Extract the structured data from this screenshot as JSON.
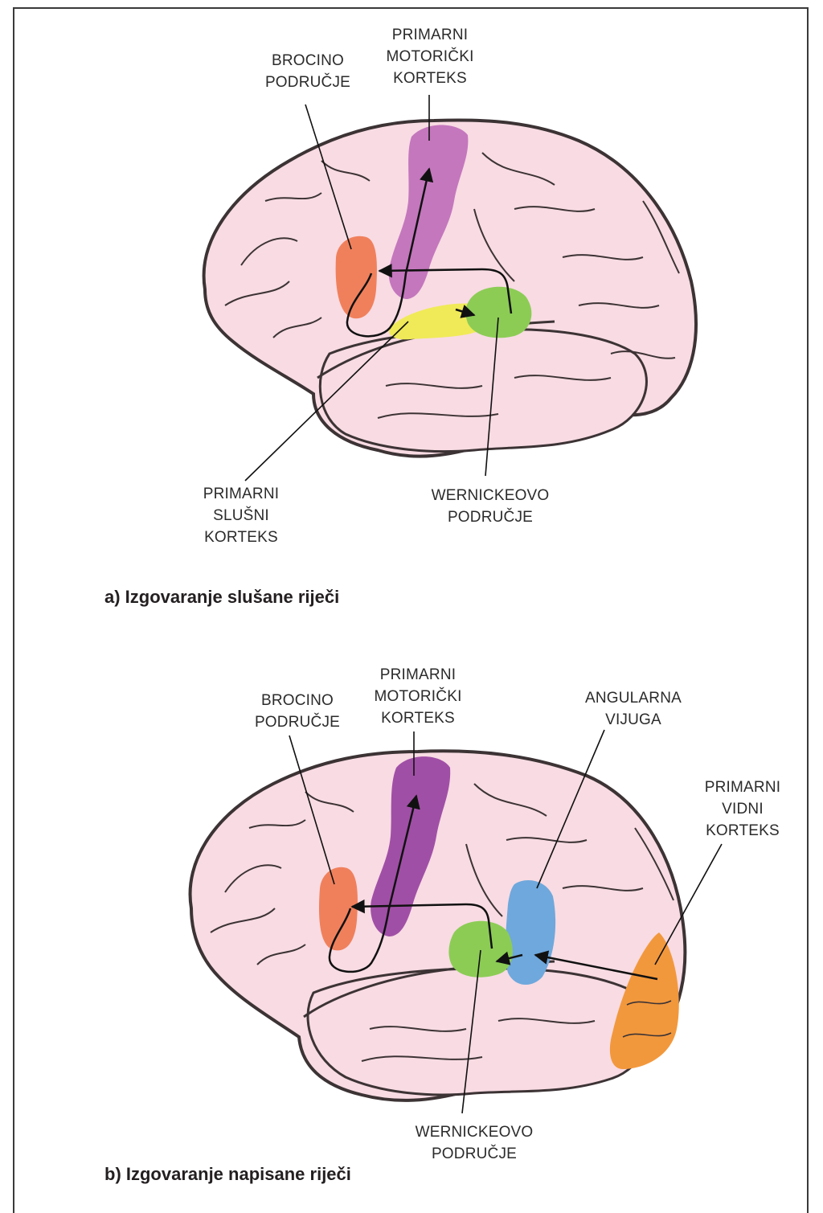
{
  "panel_a": {
    "caption": "a) Izgovaranje slušane riječi",
    "labels": {
      "broca": [
        "BROCINO",
        "PODRUČJE"
      ],
      "motor": [
        "PRIMARNI",
        "MOTORIČKI",
        "KORTEKS"
      ],
      "auditory": [
        "PRIMARNI",
        "SLUŠNI",
        "KORTEKS"
      ],
      "wernicke": [
        "WERNICKEOVO",
        "PODRUČJE"
      ]
    }
  },
  "panel_b": {
    "caption": "b) Izgovaranje napisane riječi",
    "labels": {
      "broca": [
        "BROCINO",
        "PODRUČJE"
      ],
      "motor": [
        "PRIMARNI",
        "MOTORIČKI",
        "KORTEKS"
      ],
      "angular": [
        "ANGULARNA",
        "VIJUGA"
      ],
      "visual": [
        "PRIMARNI",
        "VIDNI",
        "KORTEKS"
      ],
      "wernicke": [
        "WERNICKEOVO",
        "PODRUČJE"
      ]
    }
  },
  "colors": {
    "brain_fill": "#f8dbe3",
    "brain_outline": "#3c3335",
    "broca": "#f0805c",
    "motor_a": "#c477bd",
    "motor_b": "#a04fa6",
    "auditory": "#f0ea58",
    "wernicke": "#8ccc55",
    "angular": "#6fa8dc",
    "visual": "#f2983c"
  }
}
